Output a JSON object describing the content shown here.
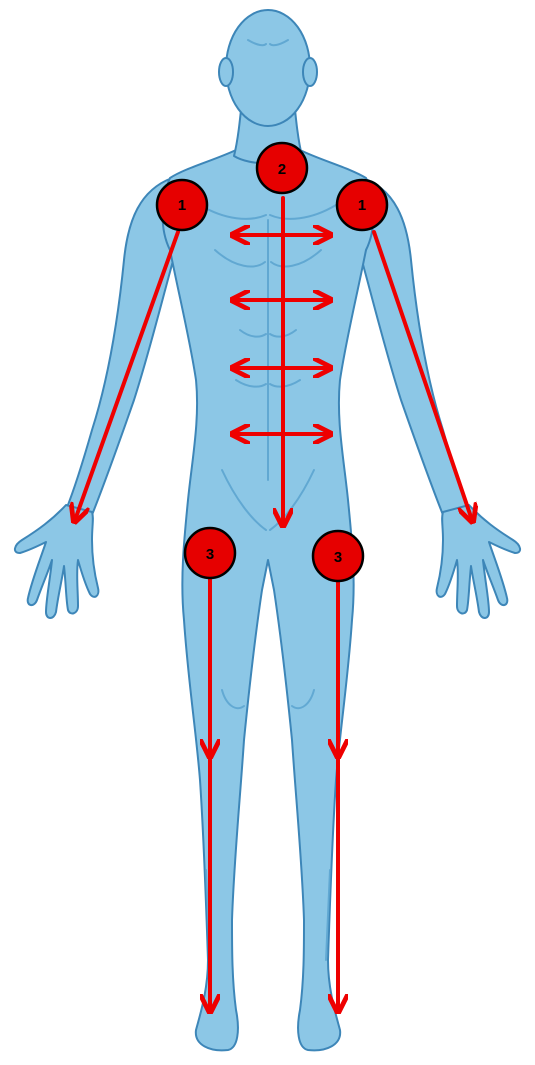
{
  "figure": {
    "colors": {
      "body_fill": "#8cc7e6",
      "body_shadow": "#5aa3cf",
      "body_outline": "#3d86b8",
      "arrow": "#ee0000",
      "marker_fill": "#e60000",
      "marker_ring": "#000000",
      "marker_text": "#000000",
      "background": "#ffffff"
    },
    "markers": {
      "left_shoulder": "1",
      "right_shoulder": "1",
      "sternum": "2",
      "left_hip": "3",
      "right_hip": "3"
    }
  }
}
